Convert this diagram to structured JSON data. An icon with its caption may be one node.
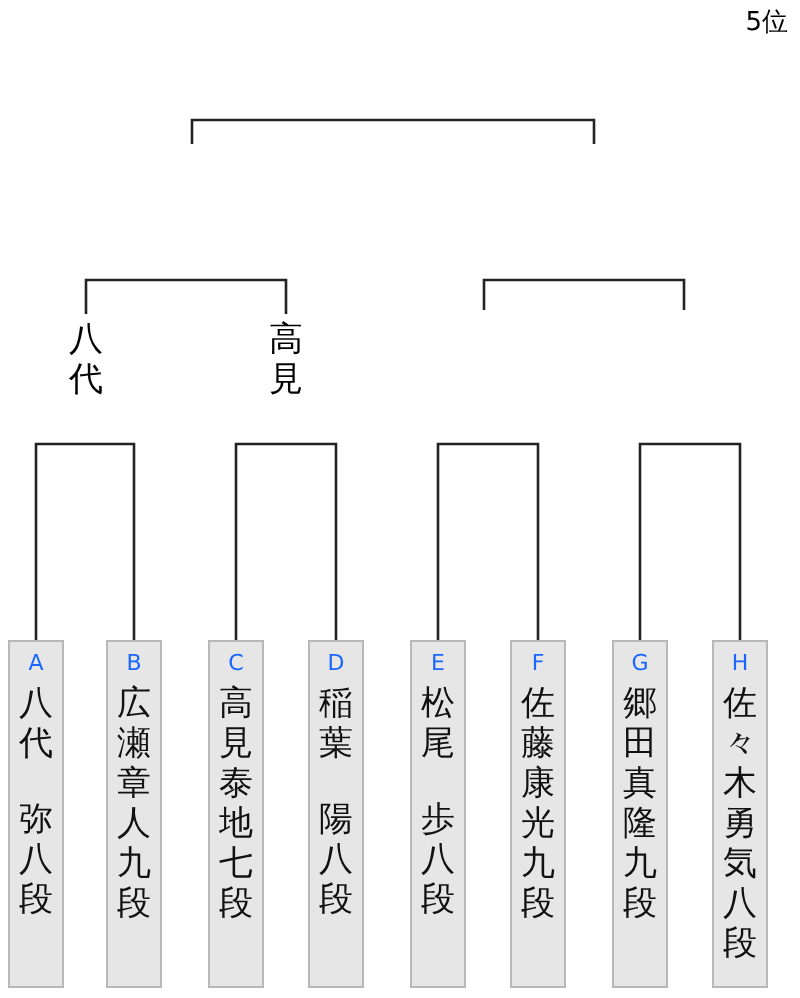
{
  "diagram": {
    "nodes": [
      {
        "text": [
          "A",
          "八代",
          "弥八段"
        ]
      },
      {
        "text": [
          "B",
          "広瀬章人九段"
        ]
      },
      {
        "text": [
          "C",
          "高見泰地七段"
        ]
      },
      {
        "text": [
          "D",
          "稲葉",
          "陽八段"
        ]
      },
      {
        "text": [
          "E",
          "松尾",
          "歩八段"
        ]
      },
      {
        "text": [
          "F",
          "佐藤康光九段"
        ]
      },
      {
        "text": [
          "G",
          "郷田真隆九段"
        ]
      },
      {
        "text": [
          "H",
          "佐々木勇気八段"
        ]
      },
      {
        "text": [
          "八代"
        ]
      },
      {
        "text": [
          "高見"
        ]
      }
    ],
    "edges": [
      {
        "from": 0,
        "to": 1,
        "arrow": "none"
      },
      {
        "from": 2,
        "to": 3,
        "arrow": "none"
      },
      {
        "from": 4,
        "to": 5,
        "arrow": "none"
      },
      {
        "from": 6,
        "to": 7,
        "arrow": "none"
      },
      {
        "from": 8,
        "to": 9,
        "arrow": "none"
      }
    ],
    "labels": [
      "5位"
    ]
  }
}
